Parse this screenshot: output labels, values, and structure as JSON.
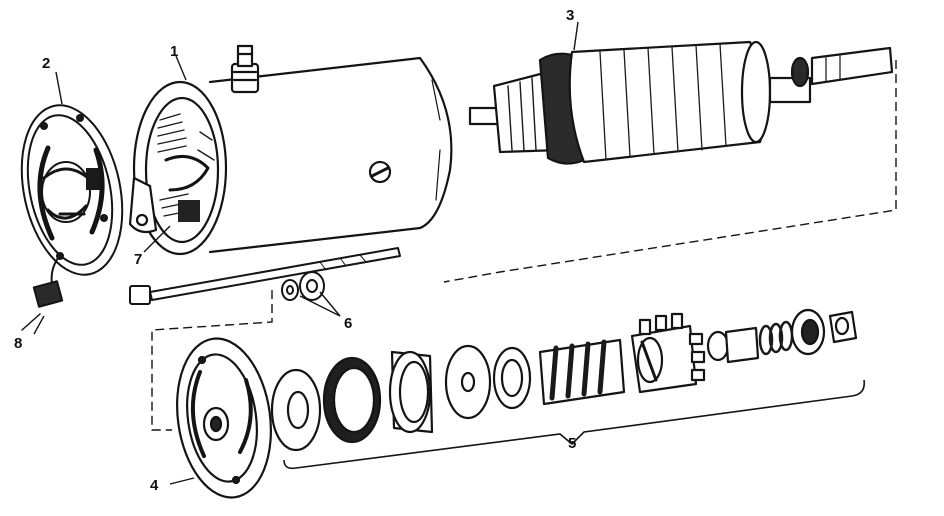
{
  "callouts": {
    "c1": "1",
    "c2": "2",
    "c3": "3",
    "c4": "4",
    "c5": "5",
    "c6": "6",
    "c7": "7",
    "c8": "8"
  },
  "colors": {
    "ink": "#141414",
    "paper": "#ffffff"
  }
}
